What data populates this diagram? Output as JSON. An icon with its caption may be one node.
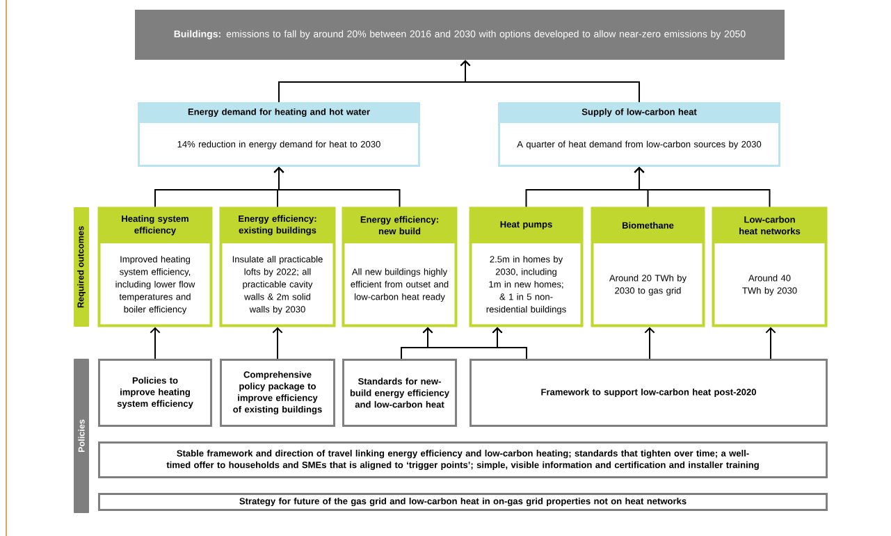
{
  "diagram": {
    "nodes": [
      {
        "text": [
          "**Buildings:** emissions to fall by around 20% between 2016 and 2030 with options developed to allow near-zero emissions by 2050"
        ]
      },
      {
        "text": [
          "Energy demand for heating and hot water",
          "14% reduction in energy demand for heat to 2030"
        ]
      },
      {
        "text": [
          "Supply of low-carbon heat",
          "A quarter of heat demand from low-carbon sources by 2030"
        ]
      },
      {
        "text": [
          "Required outcomes"
        ]
      },
      {
        "text": [
          "Heating system efficiency",
          "Improved heating system efficiency, including lower flow temperatures and boiler efficiency"
        ]
      },
      {
        "text": [
          "Energy efficiency: existing buildings",
          "Insulate all practicable lofts by 2022; all practicable cavity walls & 2m solid walls by 2030"
        ]
      },
      {
        "text": [
          "Energy efficiency: new build",
          "All new buildings highly efficient from outset and low-carbon heat ready"
        ]
      },
      {
        "text": [
          "Heat pumps",
          "2.5m in homes by 2030, including 1m in new homes; & 1 in 5 non-residential buildings"
        ]
      },
      {
        "text": [
          "Biomethane",
          "Around 20 TWh by 2030 to gas grid"
        ]
      },
      {
        "text": [
          "Low-carbon heat networks",
          "Around 40 TWh by 2030"
        ]
      },
      {
        "text": [
          "Policies"
        ]
      },
      {
        "text": [
          "Policies to improve heating system efficiency"
        ]
      },
      {
        "text": [
          "Comprehensive policy package to improve efficiency of existing buildings"
        ]
      },
      {
        "text": [
          "Standards for new-build energy efficiency and low-carbon heat"
        ]
      },
      {
        "text": [
          "Framework to support low-carbon heat post-2020"
        ]
      },
      {
        "text": [
          "Stable framework and direction of travel linking energy efficiency and low-carbon heating; standards that tighten over time; a well-timed offer to households and SMEs that is aligned to ‘trigger points’; simple, visible information and certification and installer training"
        ]
      },
      {
        "text": [
          "Strategy for future of the gas grid and low-carbon heat in on-gas grid properties not on heat networks"
        ]
      }
    ],
    "edges": [
      {
        "from": 1,
        "to": 0,
        "arrow": "to"
      },
      {
        "from": 2,
        "to": 0,
        "arrow": "to"
      },
      {
        "from": 4,
        "to": 1,
        "arrow": "to"
      },
      {
        "from": 5,
        "to": 1,
        "arrow": "to"
      },
      {
        "from": 6,
        "to": 1,
        "arrow": "to"
      },
      {
        "from": 7,
        "to": 2,
        "arrow": "to"
      },
      {
        "from": 8,
        "to": 2,
        "arrow": "to"
      },
      {
        "from": 9,
        "to": 2,
        "arrow": "to"
      },
      {
        "from": 11,
        "to": 4,
        "arrow": "to"
      },
      {
        "from": 12,
        "to": 5,
        "arrow": "to"
      },
      {
        "from": 13,
        "to": 6,
        "arrow": "to"
      },
      {
        "from": 13,
        "to": 7,
        "arrow": "to"
      },
      {
        "from": 14,
        "to": 6,
        "arrow": "to"
      },
      {
        "from": 14,
        "to": 7,
        "arrow": "to"
      },
      {
        "from": 14,
        "to": 8,
        "arrow": "to"
      },
      {
        "from": 14,
        "to": 9,
        "arrow": "to"
      }
    ]
  }
}
